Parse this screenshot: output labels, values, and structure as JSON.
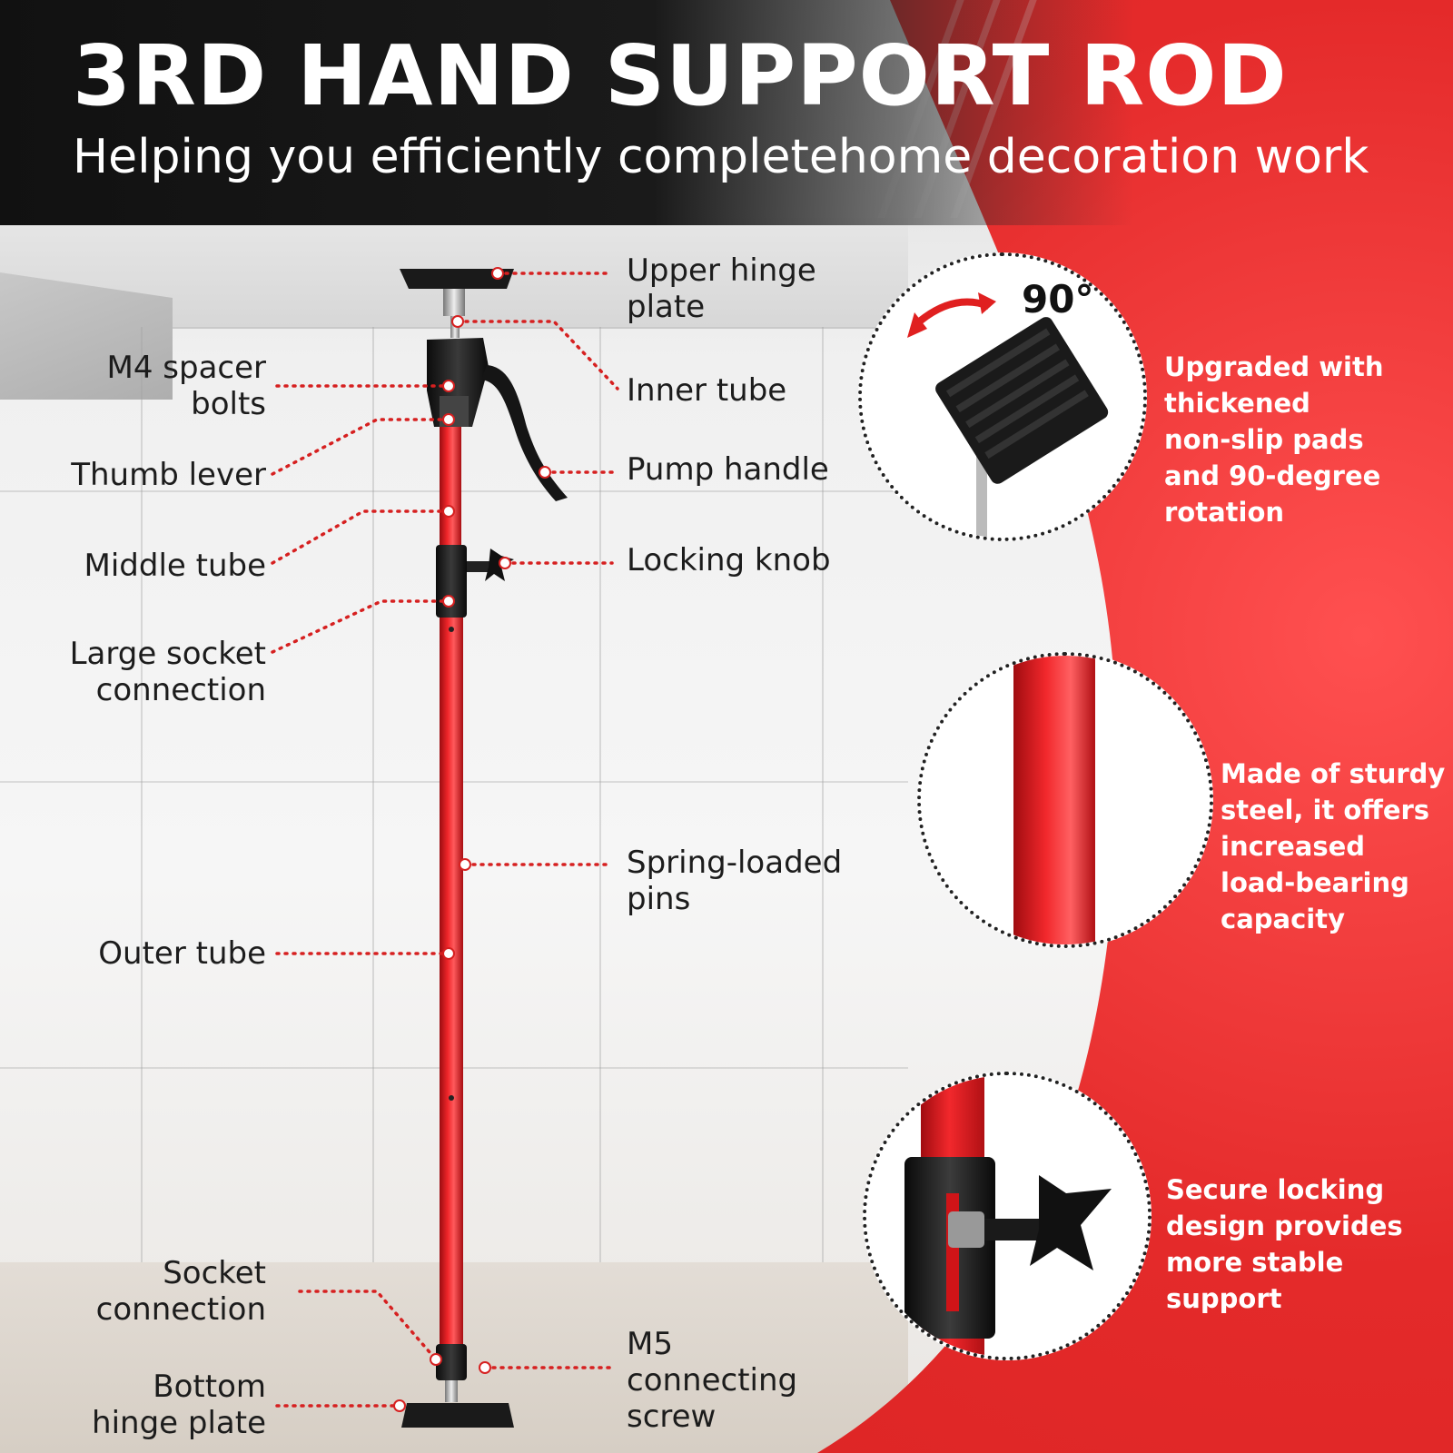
{
  "header": {
    "title": "3RD HAND SUPPORT ROD",
    "subtitle": "Helping you efficiently completehome decoration work"
  },
  "labels": {
    "upper_hinge_plate": [
      "Upper hinge",
      "plate"
    ],
    "m4_spacer_bolts": [
      "M4 spacer",
      "bolts"
    ],
    "inner_tube": "Inner tube",
    "thumb_lever": "Thumb lever",
    "pump_handle": "Pump handle",
    "middle_tube": "Middle tube",
    "locking_knob": "Locking knob",
    "large_socket_connection": [
      "Large socket",
      "connection"
    ],
    "spring_loaded_pins": [
      "Spring-loaded",
      "pins"
    ],
    "outer_tube": "Outer tube",
    "socket_connection": [
      "Socket",
      "connection"
    ],
    "m5_connecting_screw": [
      "M5",
      "connecting",
      "screw"
    ],
    "bottom_hinge_plate": [
      "Bottom",
      "hinge plate"
    ]
  },
  "features": {
    "rotation": {
      "badge": "90°",
      "text": [
        "Upgraded with",
        "thickened",
        "non-slip pads",
        "and 90-degree",
        "rotation"
      ]
    },
    "steel": {
      "text": [
        "Made of sturdy",
        "steel, it offers",
        "increased",
        "load-bearing",
        "capacity"
      ]
    },
    "locking": {
      "text": [
        "Secure locking",
        "design provides",
        "more stable",
        "support"
      ]
    }
  },
  "colors": {
    "accent_red": "#e42a2a",
    "rod_red": "#e0161a",
    "header_dark": "#141414",
    "leader_dots": "#d62020"
  }
}
